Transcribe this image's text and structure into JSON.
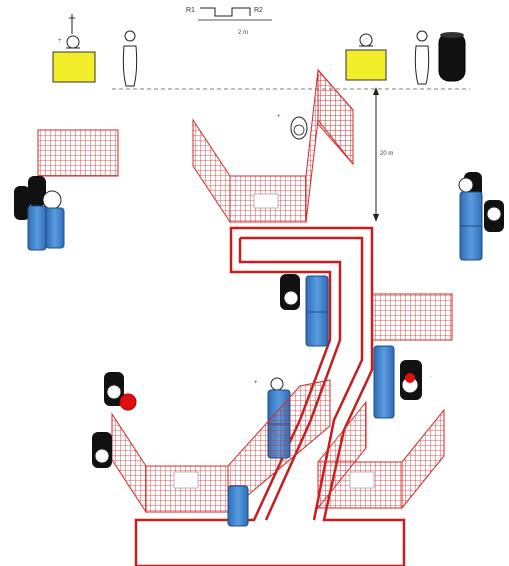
{
  "legend": {
    "left_label": "R1",
    "right_label": "R2",
    "scale_label": "2 m"
  },
  "dimension_label": "20 m",
  "colors": {
    "fence": "#d32a2a",
    "course_line": "#c41e1e",
    "blue_barrel": "#3a7bc8",
    "black_barrel": "#111111",
    "yellow_box": "#f2ee2a",
    "red_ball": "#e01010"
  },
  "icons": [
    "scale-bar-icon",
    "camera-tripod-icon",
    "start-box-icon",
    "standing-player-icon",
    "fence-panel-icon",
    "barrel-icon",
    "ball-icon",
    "cone-icon",
    "gate-icon"
  ]
}
